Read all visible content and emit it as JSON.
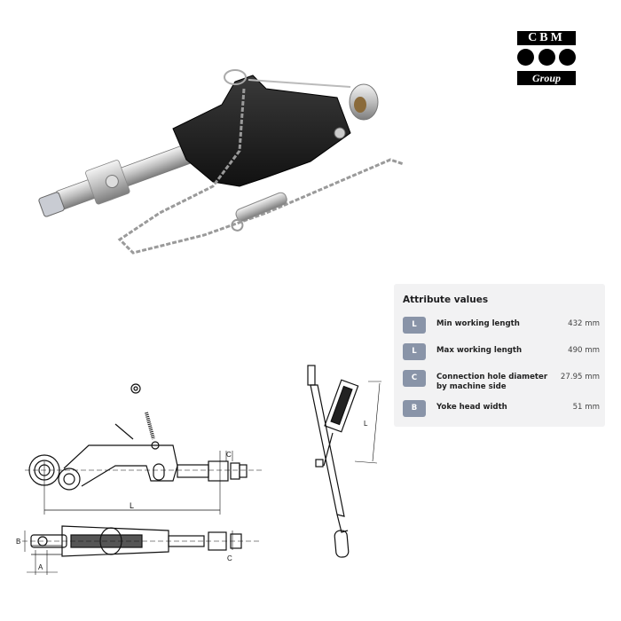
{
  "logo": {
    "top_text": "CBM",
    "bottom_text": "Group",
    "colors": {
      "background": "#000000",
      "text": "#ffffff"
    }
  },
  "product_photo": {
    "description": "Stabilizer with black cast body, threaded yoke end, ball end, lynch pin, chain and spring",
    "icon": "stabilizer-photo"
  },
  "drawings": {
    "side_view": {
      "dimension_labels": [
        "L",
        "C"
      ]
    },
    "top_view": {
      "dimension_labels": [
        "B",
        "A",
        "C"
      ]
    },
    "mounted_view": {
      "dimension_labels": [
        "L"
      ]
    }
  },
  "attributes": {
    "title": "Attribute values",
    "badge_color": "#8994a8",
    "panel_color": "#f2f2f3",
    "items": [
      {
        "badge": "L",
        "label": "Min working length",
        "value": "432 mm"
      },
      {
        "badge": "L",
        "label": "Max working length",
        "value": "490 mm"
      },
      {
        "badge": "C",
        "label": "Connection hole diameter by machine side",
        "value": "27.95 mm"
      },
      {
        "badge": "B",
        "label": "Yoke head width",
        "value": "51 mm"
      }
    ]
  }
}
